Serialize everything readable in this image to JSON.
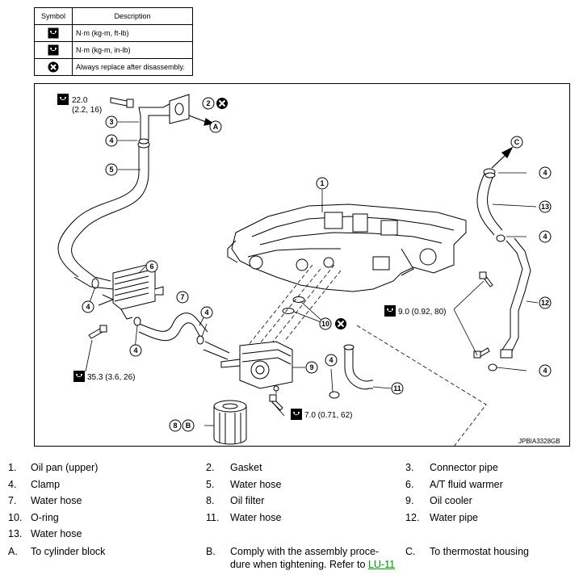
{
  "symbol_table": {
    "header_symbol": "Symbol",
    "header_description": "Description",
    "rows": [
      {
        "icon": "torque-wrench-icon",
        "description": "N·m (kg-m, ft-lb)"
      },
      {
        "icon": "torque-wrench-small-icon",
        "description": "N·m (kg-m, in-lb)"
      },
      {
        "icon": "replace-x-icon",
        "description": "Always replace after disassembly."
      }
    ]
  },
  "diagram": {
    "torque_1": "22.0",
    "torque_1b": "(2.2, 16)",
    "torque_2": "9.0 (0.92, 80)",
    "torque_3": "35.3 (3.6, 26)",
    "torque_4": "7.0 (0.71, 62)",
    "callouts": [
      "1",
      "2",
      "3",
      "4",
      "5",
      "6",
      "7",
      "8",
      "9",
      "10",
      "11",
      "12",
      "13"
    ],
    "letters": [
      "A",
      "B",
      "C"
    ],
    "code": "JPBIA3328GB"
  },
  "legend": [
    [
      {
        "key": "1.",
        "text": "Oil pan (upper)"
      },
      {
        "key": "2.",
        "text": "Gasket"
      },
      {
        "key": "3.",
        "text": "Connector pipe"
      }
    ],
    [
      {
        "key": "4.",
        "text": "Clamp"
      },
      {
        "key": "5.",
        "text": "Water hose"
      },
      {
        "key": "6.",
        "text": "A/T fluid warmer"
      }
    ],
    [
      {
        "key": "7.",
        "text": "Water hose"
      },
      {
        "key": "8.",
        "text": "Oil filter"
      },
      {
        "key": "9.",
        "text": "Oil cooler"
      }
    ],
    [
      {
        "key": "10.",
        "text": "O-ring"
      },
      {
        "key": "11.",
        "text": "Water hose"
      },
      {
        "key": "12.",
        "text": "Water pipe"
      }
    ],
    [
      {
        "key": "13.",
        "text": "Water hose"
      }
    ],
    [
      {
        "key": "A.",
        "text": "To cylinder block"
      },
      {
        "key": "B.",
        "text": "Comply with the assembly proce-"
      },
      {
        "key": "C.",
        "text": "To thermostat housing"
      }
    ]
  ],
  "legend_b_line2": "dure when tightening. Refer to",
  "legend_b_link": "LU-11"
}
